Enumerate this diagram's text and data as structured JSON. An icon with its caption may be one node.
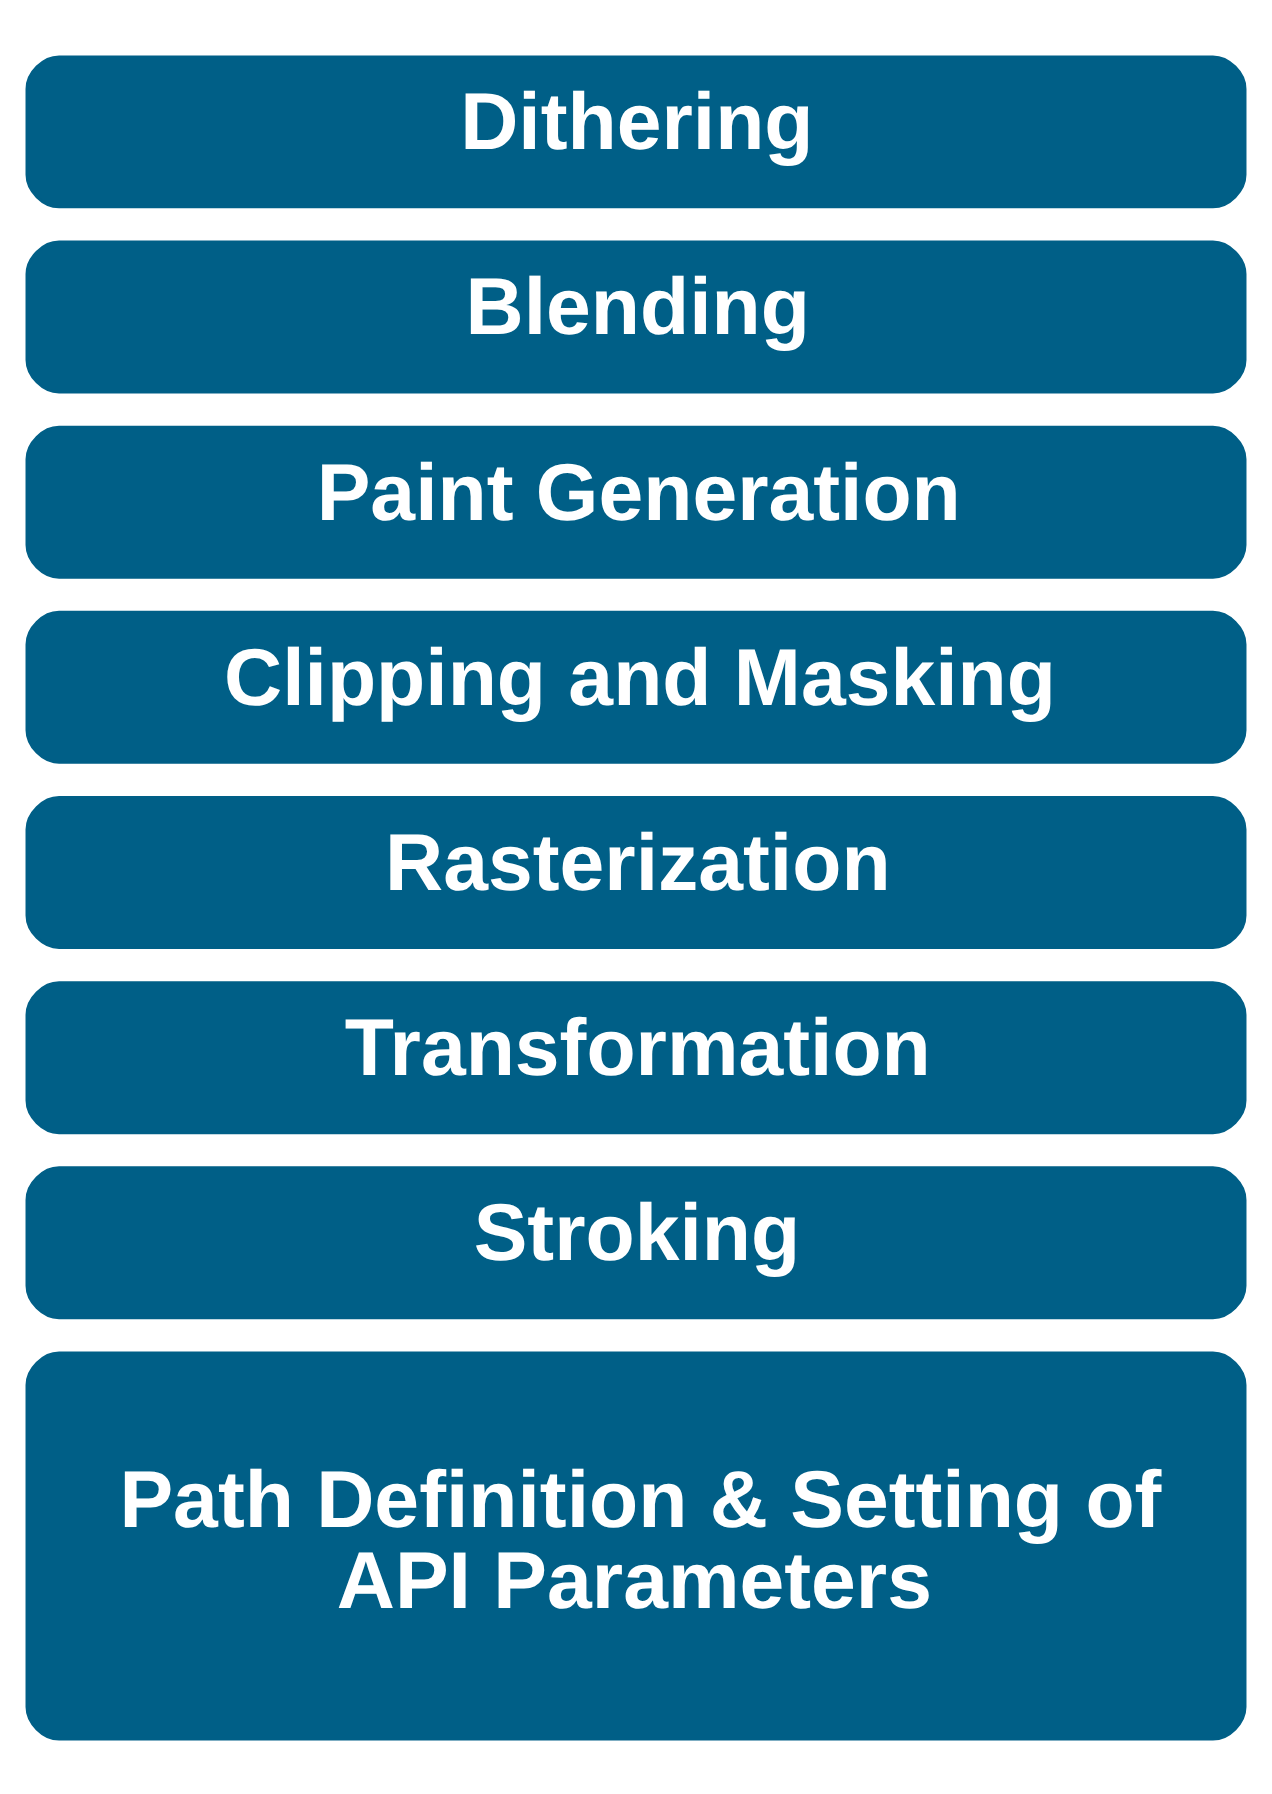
{
  "diagram": {
    "nodes": [
      {
        "text": [
          "Path Definition & Setting of API Parameters"
        ]
      },
      {
        "text": [
          "Stroking"
        ]
      },
      {
        "text": [
          "Transformation"
        ]
      },
      {
        "text": [
          "Rasterization"
        ]
      },
      {
        "text": [
          "Clipping and Masking"
        ]
      },
      {
        "text": [
          "Paint Generation"
        ]
      },
      {
        "text": [
          "Blending"
        ]
      },
      {
        "text": [
          "Dithering"
        ]
      }
    ]
  }
}
